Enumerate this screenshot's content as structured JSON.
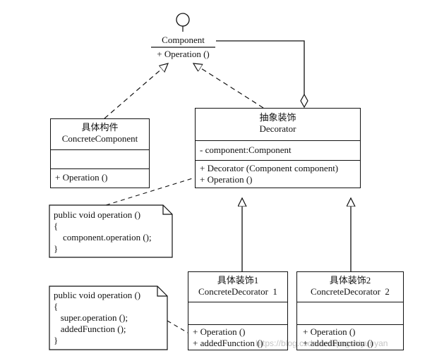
{
  "component": {
    "name": "Component",
    "operation": "+ Operation ()"
  },
  "concrete_component": {
    "name_cn": "具体构件",
    "name_en": "ConcreteComponent",
    "operation": "+ Operation ()"
  },
  "decorator": {
    "name_cn": "抽象装饰",
    "name_en": "Decorator",
    "attribute": "- component:Component",
    "methods": [
      "+ Decorator (Component component)",
      "+ Operation ()"
    ]
  },
  "concrete_decorator_1": {
    "name_cn": "具体装饰1",
    "name_en": "ConcreteDecorator  1",
    "methods": [
      "+ Operation ()",
      "+ addedFunction ()"
    ]
  },
  "concrete_decorator_2": {
    "name_cn": "具体装饰2",
    "name_en": "ConcreteDecorator  2",
    "methods": [
      "+ Operation ()",
      "+ addedFunction ()"
    ]
  },
  "note_decorator": {
    "lines": [
      "public void operation ()",
      "{",
      "    component.operation ();",
      "}"
    ]
  },
  "note_concrete_decorator": {
    "lines": [
      "public void operation ()",
      "{",
      "   super.operation ();",
      "   addedFunction ();",
      "}"
    ]
  },
  "watermark": "https://blog.csdn.net/qingshiyunyan"
}
